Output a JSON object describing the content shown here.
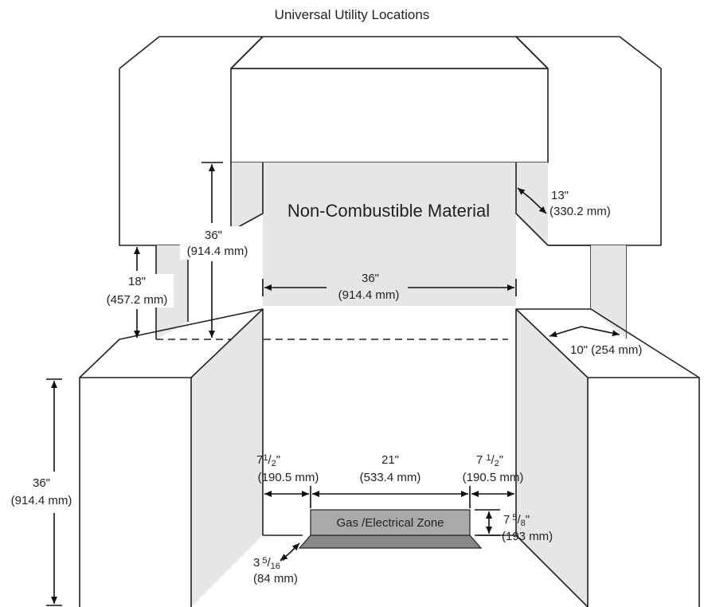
{
  "title": "Universal Utility Locations",
  "material_label": "Non-Combustible Material",
  "colors": {
    "line": "#222222",
    "shade": "#e6e6e6",
    "zone_fill": "#aaaaaa",
    "zone_base": "#888888"
  },
  "dimensions": {
    "hood_depth": {
      "value": "13\"",
      "metric": "(330.2 mm)"
    },
    "hood_height": {
      "value": "36\"",
      "metric": "(914.4 mm)"
    },
    "hood_width": {
      "value": "36\"",
      "metric": "(914.4 mm)"
    },
    "clearance": {
      "value": "18\"",
      "metric": "(457.2 mm)"
    },
    "side_depth": {
      "value": "10\" (254 mm)"
    },
    "counter_height": {
      "value": "36\"",
      "metric": "(914.4 mm)"
    },
    "left_offset": {
      "value": "7",
      "frac_num": "1",
      "frac_den": "2",
      "suffix": "\"",
      "metric": "(190.5 mm)"
    },
    "zone_width": {
      "value": "21\"",
      "metric": "(533.4 mm)"
    },
    "right_offset": {
      "value": "7",
      "frac_num": "1",
      "frac_den": "2",
      "suffix": "\"",
      "metric": "(190.5 mm)"
    },
    "zone_height": {
      "value": "7",
      "frac_num": "5",
      "frac_den": "8",
      "suffix": "\"",
      "metric": "(193 mm)"
    },
    "floor_offset": {
      "value": "3",
      "frac_num": "5",
      "frac_den": "16",
      "suffix": "\"",
      "metric": "(84 mm)"
    }
  },
  "zone_label": "Gas /Electrical Zone"
}
